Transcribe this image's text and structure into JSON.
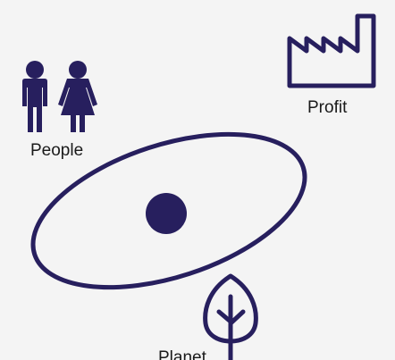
{
  "colors": {
    "background": "#f4f4f4",
    "accent": "#271f5e",
    "text": "#1a1a1a"
  },
  "diagram": {
    "nodes": [
      {
        "id": "people",
        "label": "People",
        "icon": "people-icon"
      },
      {
        "id": "profit",
        "label": "Profit",
        "icon": "factory-icon"
      },
      {
        "id": "planet",
        "label": "Planet",
        "icon": "tree-icon"
      }
    ],
    "center": {
      "icon": "center-dot"
    },
    "ring": {
      "shape": "ellipse"
    }
  }
}
